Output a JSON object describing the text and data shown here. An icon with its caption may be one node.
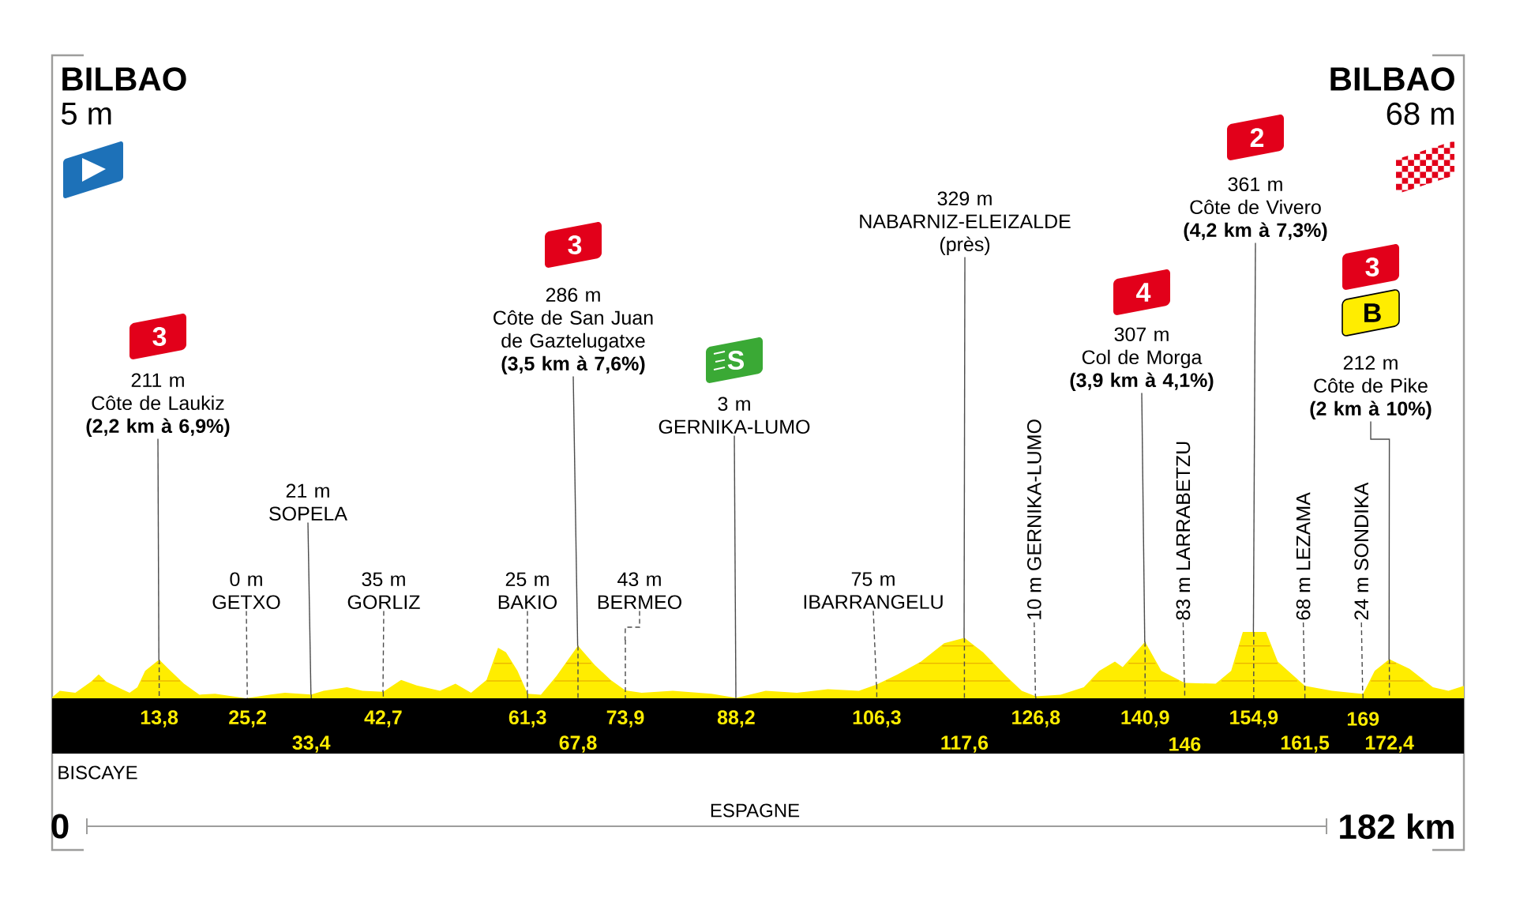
{
  "diagram": {
    "nodes": [
      {
        "text": [
          "3"
        ]
      },
      {
        "text": [
          "211 m",
          "Côte de Laukiz",
          "(2,2 km à 6,9%)"
        ]
      },
      {
        "text": [
          "0 m",
          "GETXO"
        ]
      },
      {
        "text": [
          "21 m",
          "SOPELA"
        ]
      },
      {
        "text": [
          "35 m",
          "GORLIZ"
        ]
      },
      {
        "text": [
          "25 m",
          "BAKIO"
        ]
      },
      {
        "text": [
          "3"
        ]
      },
      {
        "text": [
          "286 m",
          "Côte de San Juan de Gaztelugatxe",
          "(3,5 km à 7,6%)"
        ]
      },
      {
        "text": [
          "43 m",
          "BERMEO"
        ]
      },
      {
        "text": [
          "S"
        ]
      },
      {
        "text": [
          "3 m",
          "GERNIKA-LUMO"
        ]
      },
      {
        "text": [
          "75 m",
          "IBARRANGELU"
        ]
      },
      {
        "text": [
          "329 m",
          "NABARNIZ-ELEIZALDE",
          "(près)"
        ]
      },
      {
        "text": [
          "10 m GERNIKA-LUMO"
        ]
      },
      {
        "text": [
          "4"
        ]
      },
      {
        "text": [
          "307 m",
          "Col de Morga",
          "(3,9 km à 4,1%)"
        ]
      },
      {
        "text": [
          "83 m LARRABETZU"
        ]
      },
      {
        "text": [
          "2"
        ]
      },
      {
        "text": [
          "361 m",
          "Côte de Vivero",
          "(4,2 km à 7,3%)"
        ]
      },
      {
        "text": [
          "68 m LEZAMA"
        ]
      },
      {
        "text": [
          "24 m SONDIKA"
        ]
      },
      {
        "text": [
          "3"
        ]
      },
      {
        "text": [
          "B"
        ]
      },
      {
        "text": [
          "212 m",
          "Côte de Pike",
          "(2 km à 10%)"
        ]
      },
      {
        "text": [],
        "shape": "picture"
      }
    ],
    "edges": [
      {
        "from": 1,
        "to": 24,
        "arrow": "none"
      },
      {
        "from": 2,
        "to": 24,
        "arrow": "none",
        "style": "dashed"
      },
      {
        "from": 3,
        "to": 24,
        "arrow": "none"
      },
      {
        "from": 4,
        "to": 24,
        "arrow": "none",
        "style": "dashed"
      },
      {
        "from": 5,
        "to": 24,
        "arrow": "none",
        "style": "dashed"
      },
      {
        "from": 7,
        "to": 24,
        "arrow": "none"
      },
      {
        "from": 8,
        "to": 24,
        "arrow": "none",
        "style": "dashed"
      },
      {
        "from": 10,
        "to": 24,
        "arrow": "none"
      },
      {
        "from": 11,
        "to": 24,
        "arrow": "none",
        "style": "dashed"
      },
      {
        "from": 12,
        "to": 24,
        "arrow": "none"
      },
      {
        "from": 13,
        "to": 24,
        "arrow": "none",
        "style": "dashed"
      },
      {
        "from": 15,
        "to": 24,
        "arrow": "none"
      },
      {
        "from": 16,
        "to": 24,
        "arrow": "none",
        "style": "dashed"
      },
      {
        "from": 18,
        "to": 24,
        "arrow": "none"
      },
      {
        "from": 19,
        "to": 24,
        "arrow": "none",
        "style": "dashed"
      },
      {
        "from": 20,
        "to": 24,
        "arrow": "none",
        "style": "dashed"
      },
      {
        "from": 23,
        "to": 24,
        "arrow": "none"
      }
    ],
    "labels": [
      "BILBAO",
      "5 m",
      "BILBAO",
      "68 m",
      "13,8",
      "25,2",
      "33,4",
      "42,7",
      "61,3",
      "67,8",
      "73,9",
      "88,2",
      "106,3",
      "117,6",
      "126,8",
      "140,9",
      "146",
      "154,9",
      "161,5",
      "169",
      "172,4",
      "BISCAYE",
      "0",
      "ESPAGNE",
      "182 km"
    ]
  }
}
